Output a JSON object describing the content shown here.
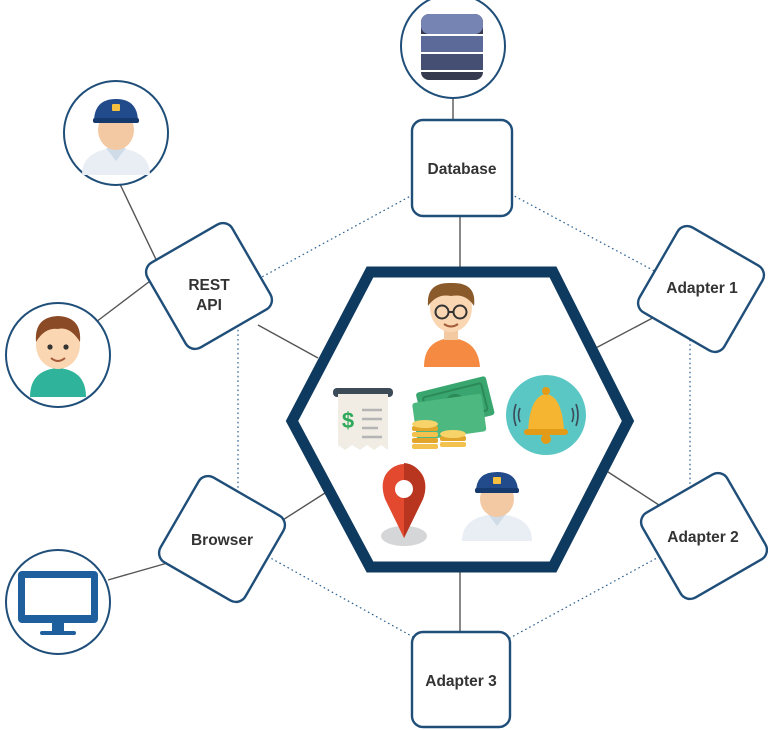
{
  "ports": {
    "database": {
      "label": "Database"
    },
    "rest_api": {
      "line1": "REST",
      "line2": "API"
    },
    "adapter1": {
      "label": "Adapter 1"
    },
    "adapter2": {
      "label": "Adapter 2"
    },
    "browser": {
      "label": "Browser"
    },
    "adapter3": {
      "label": "Adapter 3"
    }
  },
  "colors": {
    "border": "#1f4e79",
    "hexagon": "#0f3a5f",
    "dotted_line": "#2a5f8f",
    "label_text": "#333333"
  },
  "core_icons": [
    "developer-avatar-icon",
    "receipt-icon",
    "money-icon",
    "bell-icon",
    "location-pin-icon",
    "officer-avatar-icon"
  ],
  "actors": [
    "database-icon",
    "officer-avatar-icon",
    "user-avatar-icon",
    "monitor-icon"
  ]
}
